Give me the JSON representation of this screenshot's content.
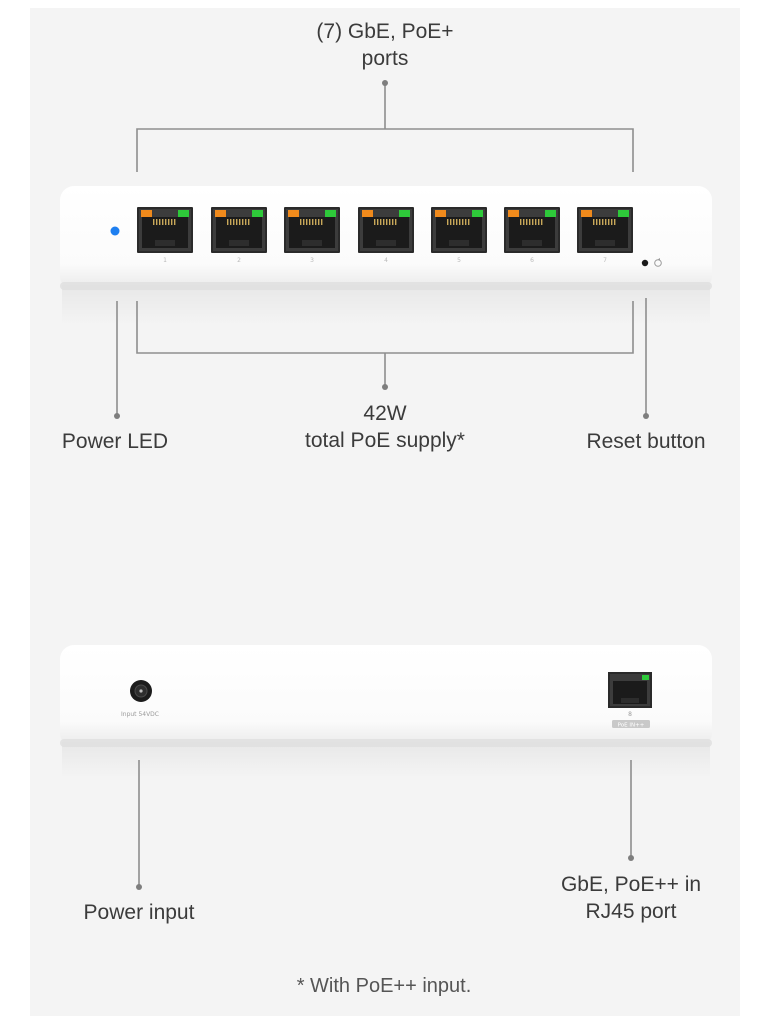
{
  "callouts": {
    "ports": {
      "line1": "(7) GbE, PoE+",
      "line2": "ports"
    },
    "poe_supply": {
      "line1": "42W",
      "line2": "total PoE supply*"
    },
    "power_led": "Power LED",
    "reset_button": "Reset button",
    "power_input": "Power input",
    "rj45_port": {
      "line1": "GbE, PoE++ in",
      "line2": "RJ45 port"
    }
  },
  "footnote": "* With PoE++ input.",
  "device_front": {
    "port_numbers": [
      "1",
      "2",
      "3",
      "4",
      "5",
      "6",
      "7"
    ],
    "led_color": "#1e7ff0",
    "port_led_colors": [
      "#f08a1c",
      "#2ec93a"
    ]
  },
  "device_back": {
    "power_jack_label": "Input 54VDC",
    "uplink_port_number": "8",
    "uplink_port_label": "PoE IN++"
  },
  "colors": {
    "background": "#f4f4f4",
    "device_body": "#ffffff",
    "callout_line": "#8e8e8e"
  }
}
